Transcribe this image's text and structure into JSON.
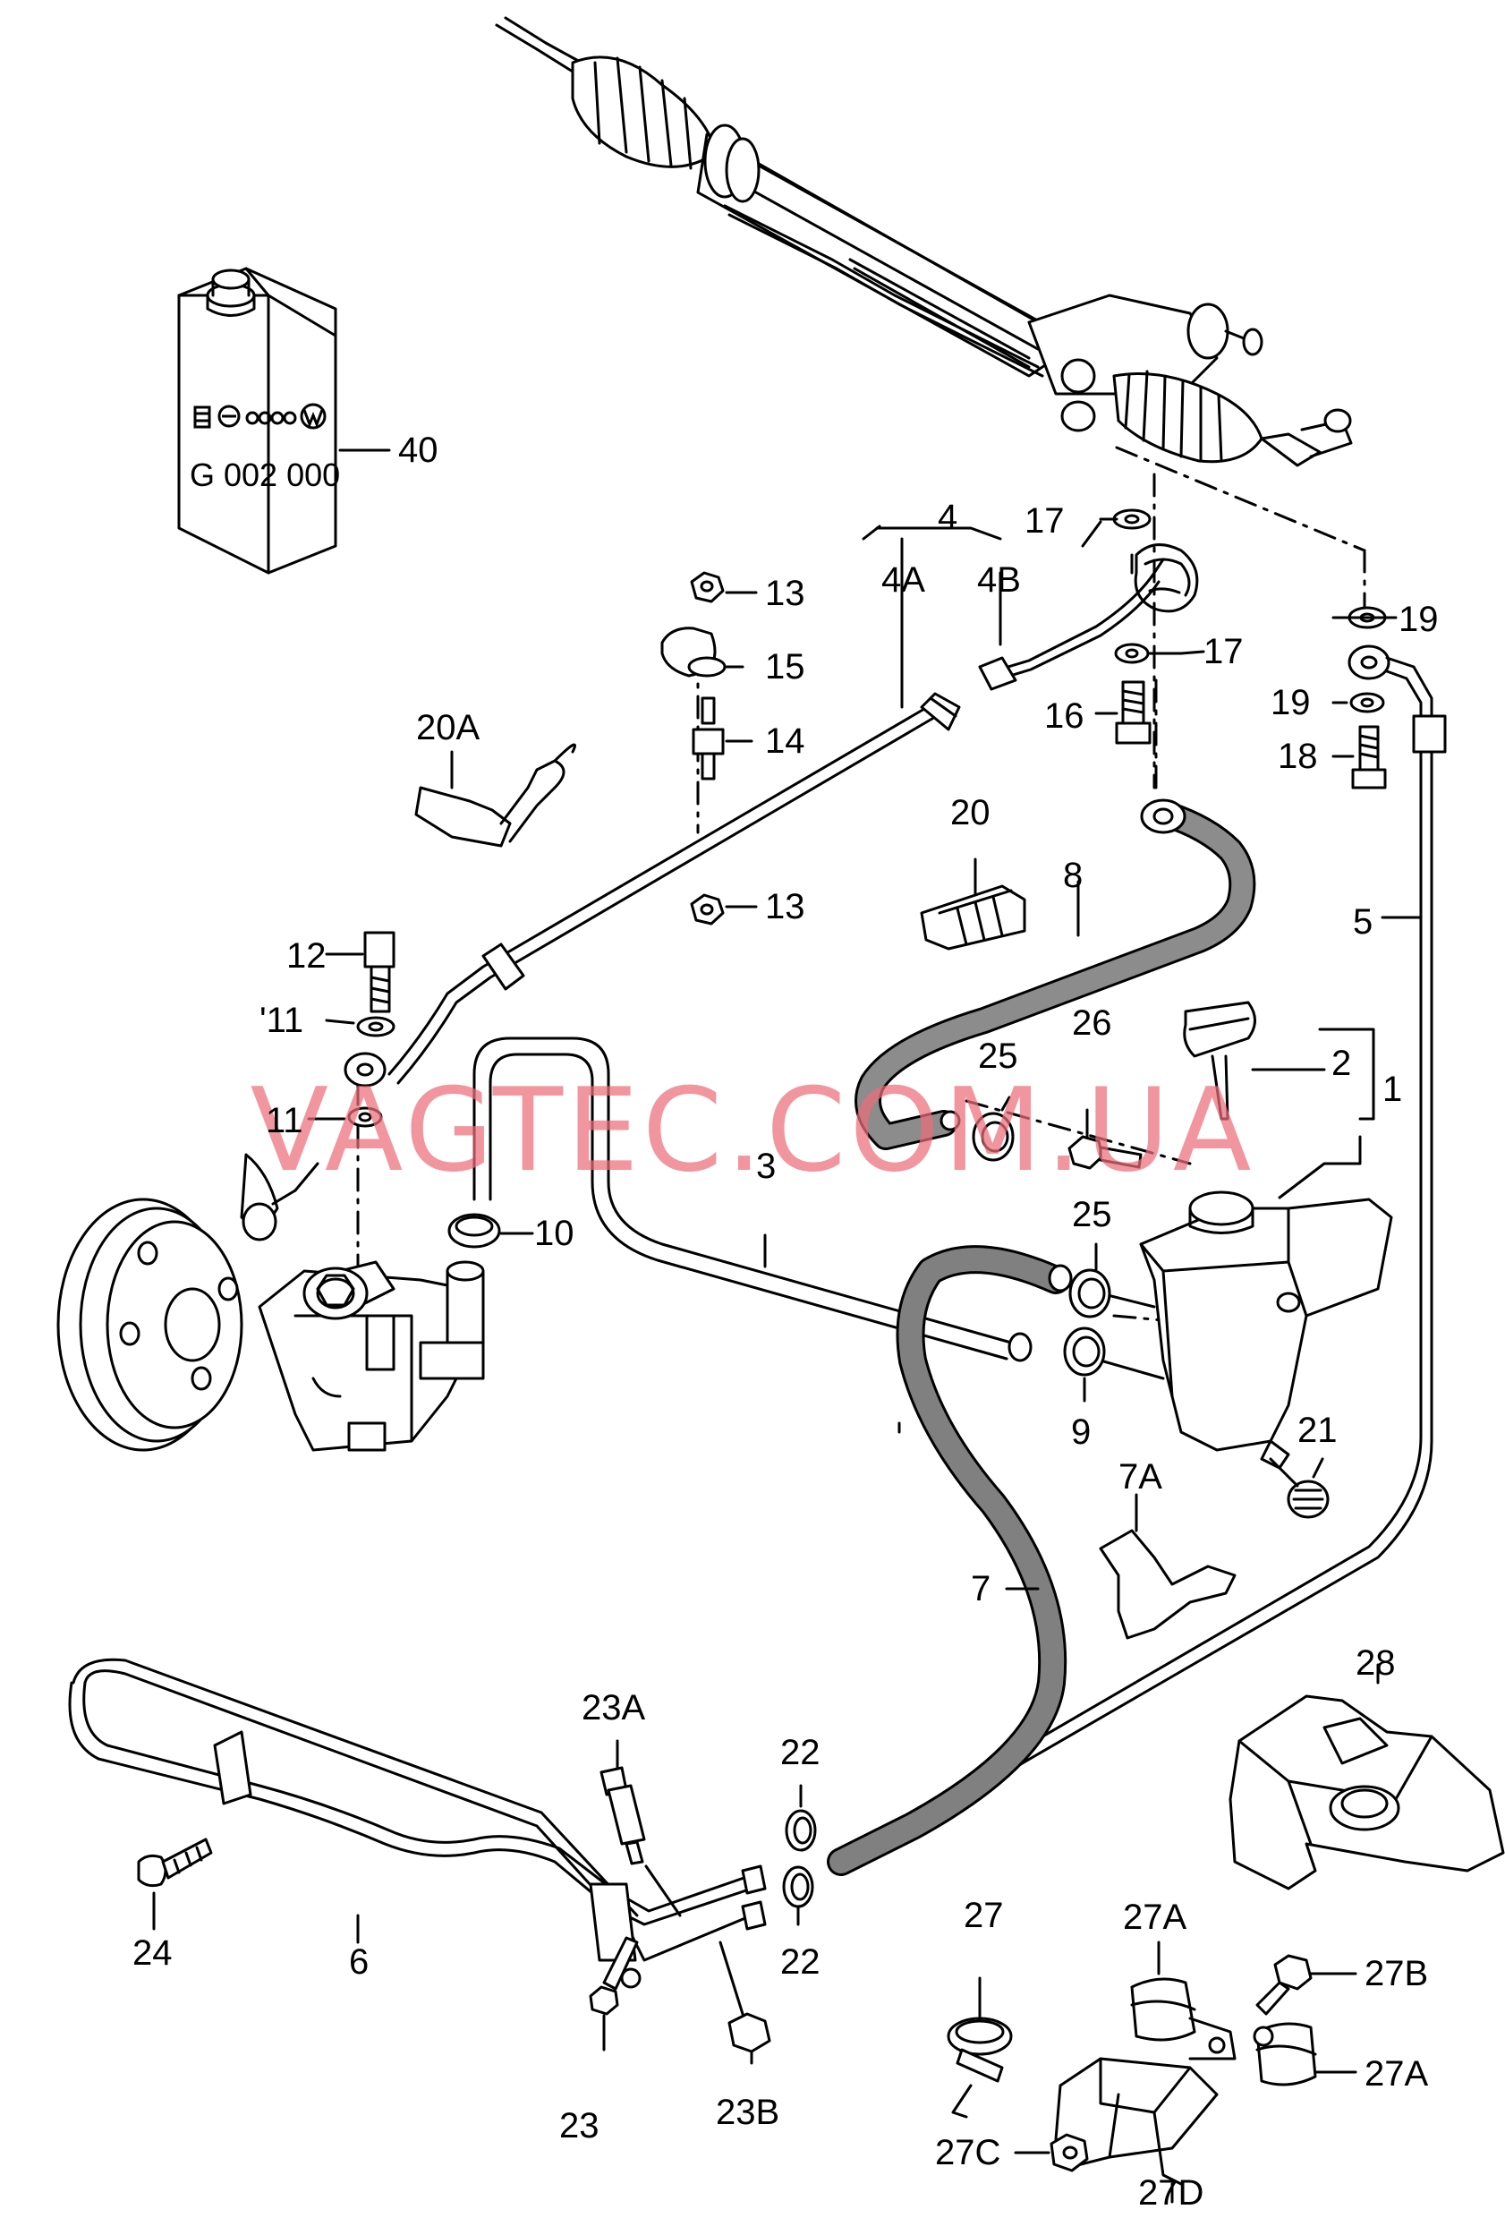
{
  "watermark": "VAGTEC.COM.UA",
  "can_text": "G 002 000",
  "icons": {
    "brand_logos": "vw-group-brand-logos"
  },
  "callouts": {
    "c40": "40",
    "c4": "4",
    "c4a": "4A",
    "c4b": "4B",
    "c17a": "17",
    "c17b": "17",
    "c19a": "19",
    "c19b": "19",
    "c18": "18",
    "c16": "16",
    "c13a": "13",
    "c15": "15",
    "c14": "14",
    "c13b": "13",
    "c20a": "20A",
    "c20": "20",
    "c8": "8",
    "c5": "5",
    "c12": "12",
    "c11a": "'11",
    "c11b": "11",
    "c26": "26",
    "c25a": "25",
    "c25b": "25",
    "c2": "2",
    "c1": "1",
    "c3": "3",
    "c10": "10",
    "c9": "9",
    "c21": "21",
    "c7a": "7A",
    "c7": "7",
    "c28": "28",
    "c23a": "23A",
    "c22a": "22",
    "c22b": "22",
    "c24": "24",
    "c6": "6",
    "c23": "23",
    "c23b": "23B",
    "c27": "27",
    "c27a1": "27A",
    "c27b": "27B",
    "c27a2": "27A",
    "c27c": "27C",
    "c27d": "27D"
  }
}
